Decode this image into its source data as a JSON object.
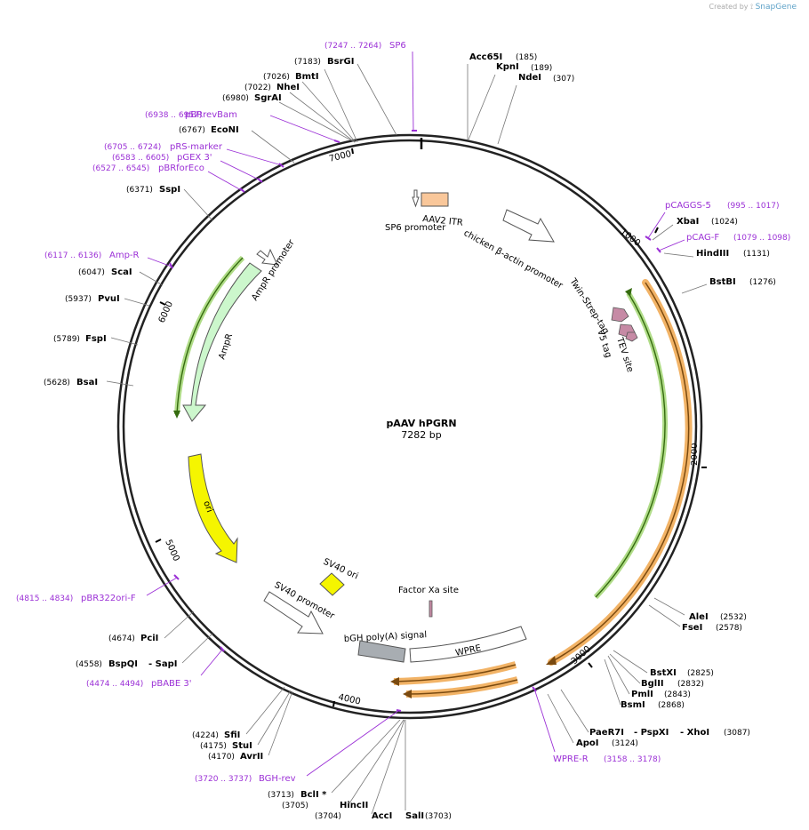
{
  "branding": {
    "created_by": "Created by",
    "brand": "SnapGene"
  },
  "plasmid": {
    "name": "pAAV hPGRN",
    "length_label": "7282 bp"
  },
  "ticks": [
    "1000",
    "2000",
    "3000",
    "4000",
    "5000",
    "6000",
    "7000"
  ],
  "sites": [
    {
      "name": "Acc65I",
      "pos": "(185)"
    },
    {
      "name": "KpnI",
      "pos": "(189)"
    },
    {
      "name": "NdeI",
      "pos": "(307)"
    },
    {
      "name": "XbaI",
      "pos": "(1024)"
    },
    {
      "name": "HindIII",
      "pos": "(1131)"
    },
    {
      "name": "BstBI",
      "pos": "(1276)"
    },
    {
      "name": "AleI",
      "pos": "(2532)"
    },
    {
      "name": "FseI",
      "pos": "(2578)"
    },
    {
      "name": "BstXI",
      "pos": "(2825)"
    },
    {
      "name": "BglII",
      "pos": "(2832)"
    },
    {
      "name": "PmlI",
      "pos": "(2843)"
    },
    {
      "name": "BsmI",
      "pos": "(2868)"
    },
    {
      "name": "PaeR7I",
      "pos": ""
    },
    {
      "name": "- PspXI",
      "pos": ""
    },
    {
      "name": "- XhoI",
      "pos": "(3087)"
    },
    {
      "name": "ApoI",
      "pos": "(3124)"
    },
    {
      "name": "SalI",
      "pos": "(3703)"
    },
    {
      "name": "AccI",
      "pos": "(3704)"
    },
    {
      "name": "HincII",
      "pos": "(3705)"
    },
    {
      "name": "BclI *",
      "pos": "(3713)"
    },
    {
      "name": "AvrII",
      "pos": "(4170)"
    },
    {
      "name": "StuI",
      "pos": "(4175)"
    },
    {
      "name": "SfiI",
      "pos": "(4224)"
    },
    {
      "name": "BspQI",
      "pos": "(4558)"
    },
    {
      "name": "- SapI",
      "pos": ""
    },
    {
      "name": "PciI",
      "pos": "(4674)"
    },
    {
      "name": "BsaI",
      "pos": "(5628)"
    },
    {
      "name": "FspI",
      "pos": "(5789)"
    },
    {
      "name": "PvuI",
      "pos": "(5937)"
    },
    {
      "name": "ScaI",
      "pos": "(6047)"
    },
    {
      "name": "SspI",
      "pos": "(6371)"
    },
    {
      "name": "EcoNI",
      "pos": "(6767)"
    },
    {
      "name": "SgrAI",
      "pos": "(6980)"
    },
    {
      "name": "NheI",
      "pos": "(7022)"
    },
    {
      "name": "BmtI",
      "pos": "(7026)"
    },
    {
      "name": "BsrGI",
      "pos": "(7183)"
    }
  ],
  "primers": [
    {
      "name": "SP6",
      "range": "(7247 .. 7264)"
    },
    {
      "name": "pBRrevBam",
      "range": "(6938 .. 6957)"
    },
    {
      "name": "pRS-marker",
      "range": "(6705 .. 6724)"
    },
    {
      "name": "pGEX 3'",
      "range": "(6583 .. 6605)"
    },
    {
      "name": "pBRforEco",
      "range": "(6527 .. 6545)"
    },
    {
      "name": "Amp-R",
      "range": "(6117 .. 6136)"
    },
    {
      "name": "pCAGGS-5",
      "range": "(995 .. 1017)"
    },
    {
      "name": "pCAG-F",
      "range": "(1079 .. 1098)"
    },
    {
      "name": "WPRE-R",
      "range": "(3158 .. 3178)"
    },
    {
      "name": "BGH-rev",
      "range": "(3720 .. 3737)"
    },
    {
      "name": "pBABE 3'",
      "range": "(4474 .. 4494)"
    },
    {
      "name": "pBR322ori-F",
      "range": "(4815 .. 4834)"
    }
  ],
  "features": {
    "aav2_itr": "AAV2 ITR",
    "sp6_promoter": "SP6 promoter",
    "chicken_promoter": "chicken β-actin promoter",
    "twin_strep": "Twin-Strep-tag",
    "v5_tag": "V5 tag",
    "tev_site": "TEV site",
    "ampr_promoter": "AmpR promoter",
    "ampr": "AmpR",
    "ori": "ori",
    "sv40_ori": "SV40 ori",
    "sv40_promoter": "SV40 promoter",
    "bgh_polya": "bGH poly(A) signal",
    "factor_xa": "Factor Xa site",
    "wpre": "WPRE"
  },
  "colors": {
    "backbone": "#222222",
    "primer": "#9b30d6",
    "ampr_fill": "#ccf7cc",
    "ori_fill": "#f5f500",
    "orf_outline": "#f0a64b",
    "orf_line": "#7a4a10",
    "green_highlight": "#4c9a18",
    "itr_fill": "#f9c79a",
    "tag_fill": "#c68aa5",
    "bgh_fill": "#a8adb2"
  }
}
